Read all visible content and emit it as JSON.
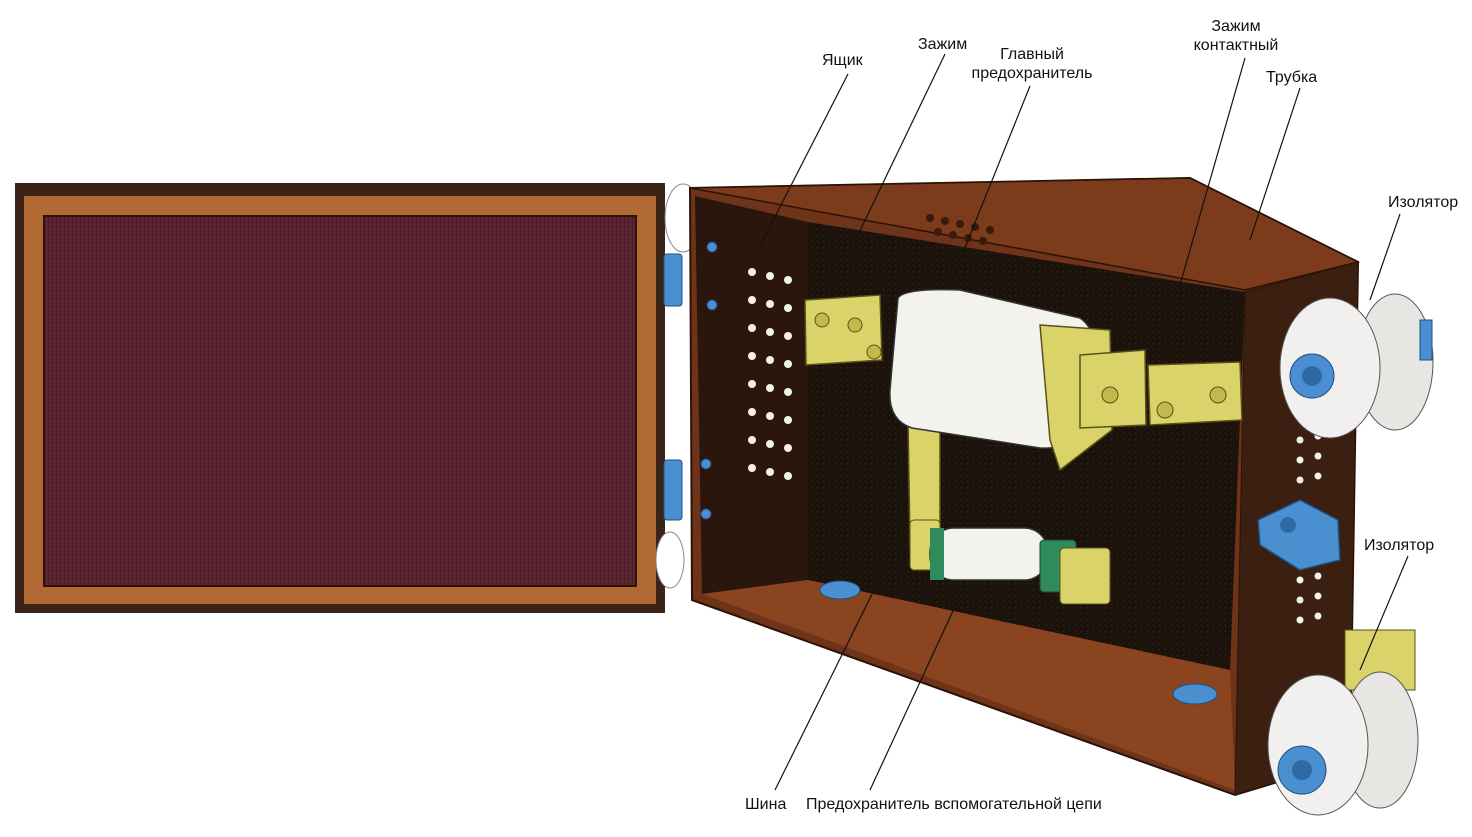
{
  "labels": {
    "box": "Ящик",
    "clamp": "Зажим",
    "main_fuse": "Главный предохранитель",
    "contact_clamp": "Зажим контактный",
    "tube": "Трубка",
    "insulator_top": "Изолятор",
    "insulator_mid": "Изолятор",
    "bus": "Шина",
    "aux_fuse": "Предохранитель вспомогательной цепи"
  },
  "colors": {
    "box_brown": "#6e3318",
    "lid_inner": "#5a2230",
    "interior_black": "#151008",
    "brass_yellow": "#d9d36a",
    "fuse_white": "#f4f2ec",
    "hardware_blue": "#4a90d0",
    "insulator_white": "#f2f0ee"
  }
}
